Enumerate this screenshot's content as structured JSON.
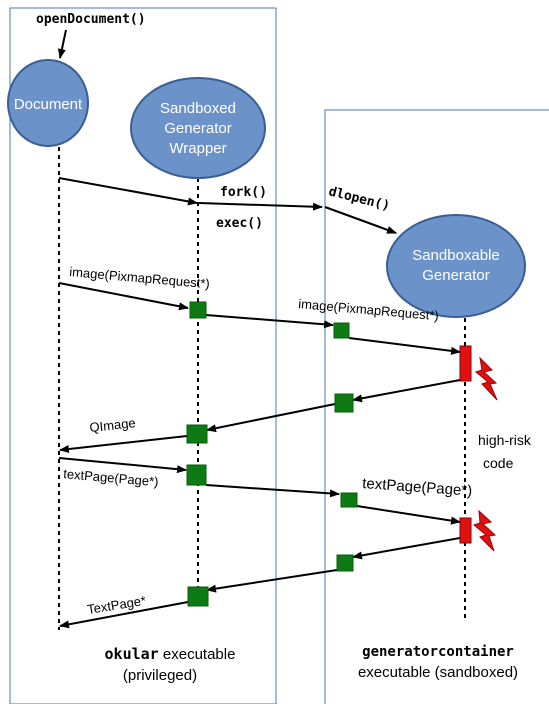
{
  "entry_call": "openDocument()",
  "nodes": {
    "document": "Document",
    "wrapper": [
      "Sandboxed",
      "Generator",
      "Wrapper"
    ],
    "generator": [
      "Sandboxable",
      "Generator"
    ]
  },
  "calls": {
    "fork": "fork()",
    "exec": "exec()",
    "dlopen": "dlopen()",
    "image_request_1": "image(PixmapRequest*)",
    "image_request_2": "image(PixmapRequest*)",
    "qimage": "QImage",
    "textpage_call_1": "textPage(Page*)",
    "textpage_call_2": "textPage(Page*)",
    "textpage_return": "TextPage*"
  },
  "annotations": {
    "high_risk": [
      "high-risk",
      "code"
    ]
  },
  "footers": {
    "okular_name": "okular",
    "okular_rest": " executable",
    "okular_sub": "(privileged)",
    "container_name": "generatorcontainer",
    "container_sub": "executable (sandboxed)"
  },
  "colors": {
    "node_fill": "#6b93c9",
    "node_stroke": "#3a5f95",
    "box_border": "#4a78b5",
    "activation_green": "#0e7a13",
    "activation_red": "#e01010",
    "lightning": "#e01010"
  }
}
